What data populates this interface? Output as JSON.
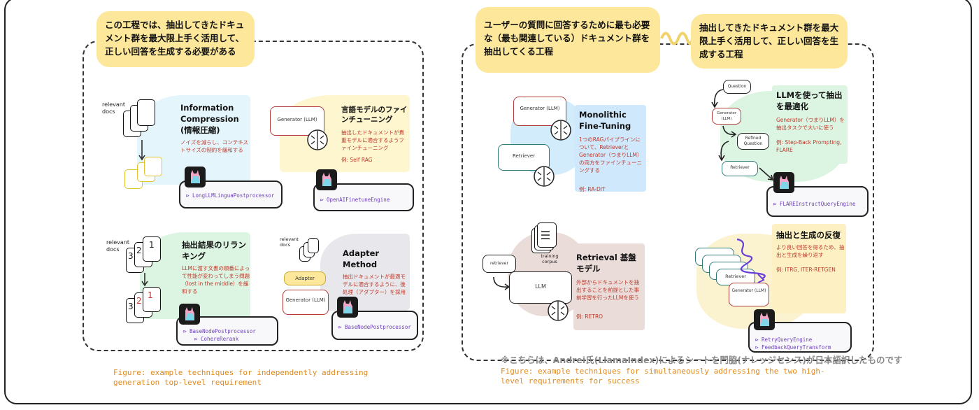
{
  "left": {
    "callout": "この工程では、抽出してきたドキュメント群を最大限上手く活用して、正しい回答を生成する必要がある",
    "info_compression": {
      "docs_label": "relevant docs",
      "title": "Information Compression (情報圧縮)",
      "desc": "ノイズを減らし、コンテキストサイズの制約を緩和する",
      "code": "⊳ LongLLMLinguaPostprocessor"
    },
    "finetuning": {
      "generator": "Generator (LLM)",
      "title": "言語モデルのファインチューニング",
      "desc": "抽出したドキュメントが貴重モデルに適合するようファインチューニング",
      "example": "例: Self RAG",
      "code": "⊳ OpenAIFinetuneEngine"
    },
    "reranking": {
      "docs_label": "relevant docs",
      "title": "抽出結果のリランキング",
      "desc": "LLMに渡す文書の順番によって性能が変わってしまう問題（lost in the middle）を緩和する",
      "code_lines": [
        "⊳ BaseNodePostprocessor",
        "⊳ CohereRerank"
      ]
    },
    "adapter": {
      "docs_label": "relevant docs",
      "adapter_label": "Adapter",
      "generator": "Generator (LLM)",
      "title": "Adapter Method",
      "desc": "抽出ドキュメントが最適モデルに適合するように、後処理（アダプター）を採用する",
      "code": "⊳ BaseNodePostprocessor"
    },
    "caption": "Figure: example techniques for independently addressing generation top-level requirement"
  },
  "right": {
    "callout_left": "ユーザーの質問に回答するために最も必要な（最も関連している）ドキュメント群を抽出してくる工程",
    "callout_right": "抽出してきたドキュメント群を最大限上手く活用して、正しい回答を生成する工程",
    "monolithic": {
      "generator": "Generator (LLM)",
      "retriever": "Retriever",
      "title": "Monolithic Fine-Tuning",
      "desc": "1つのRAGパイプラインについて、RetrieverとGenerator（つまりLLM）の両方をファインチューニングする",
      "example": "例: RA-DIT"
    },
    "flare": {
      "question": "Question",
      "generator": "Generator (LLM)",
      "refined": "Refined Question",
      "retriever": "Retriever",
      "title": "LLMを使って抽出を最適化",
      "desc": "Generator（つまりLLM）を抽出タスクで大いに使う",
      "example": "例: Step-Back Prompting, FLARE",
      "code": "⊳ FLAREInstructQueryEngine"
    },
    "retrieval_base": {
      "training": "training corpus",
      "retriever": "retriever",
      "llm": "LLM",
      "title": "Retrieval 基盤モデル",
      "desc": "外部からドキュメントを抽出することを前提とした事前学習を行ったLLMを使う",
      "example": "例: RETRO"
    },
    "iterative": {
      "retriever": "Retriever",
      "generator": "Generator (LLM)",
      "title": "抽出と生成の反復",
      "desc": "より良い回答を得るため、抽出と生成を繰り返す",
      "example": "例: ITRG, ITER-RETGEN",
      "code_lines": [
        "⊳ RetryQueryEngine",
        "⊳ FeedbackQueryTransform"
      ]
    },
    "note": "※こちらは、Andrei氏(LlamaIndex)によるシートを門脇(ナレッジセンス)が日本語訳したものです",
    "caption": "Figure: example techniques for simultaneously addressing the two high-level requirements for success"
  },
  "colors": {
    "callout": "#fde79a",
    "caption": "#e08a1e",
    "red_text": "#c0392b",
    "code_text": "#6b3fb8"
  }
}
